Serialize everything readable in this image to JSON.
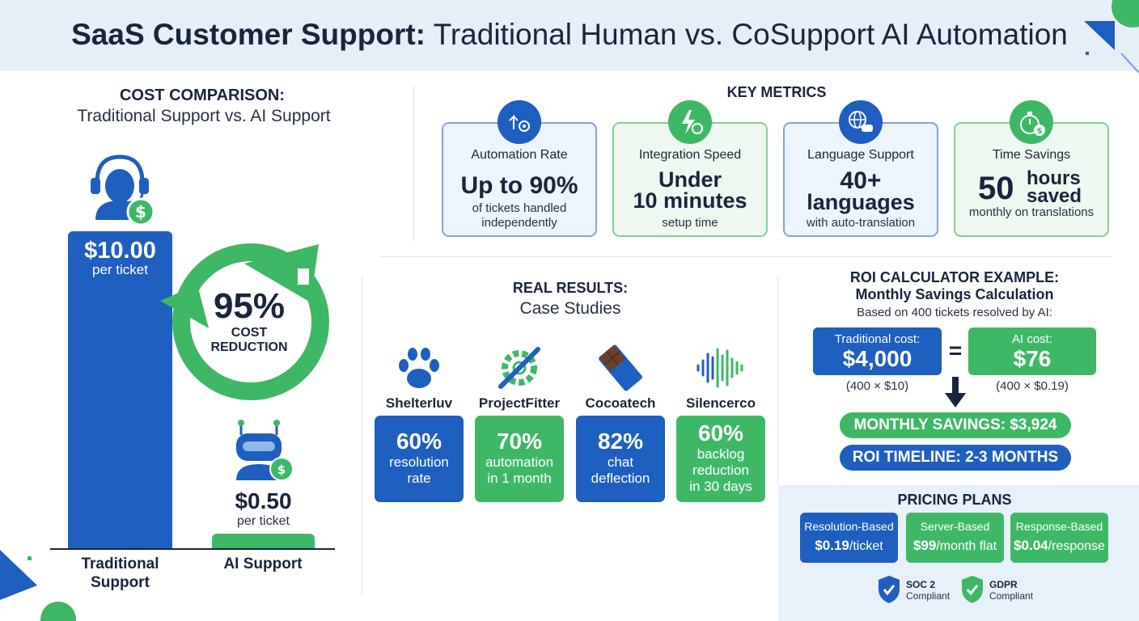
{
  "header": {
    "title_bold": "SaaS Customer Support:",
    "title_rest": " Traditional Human vs. CoSupport AI Automation"
  },
  "cost": {
    "heading": "COST COMPARISON:",
    "subheading": "Traditional Support vs. AI Support",
    "traditional_price": "$10.00",
    "traditional_unit": "per ticket",
    "ai_price": "$0.50",
    "ai_unit": "per ticket",
    "reduction_pct": "95%",
    "reduction_l1": "COST",
    "reduction_l2": "REDUCTION",
    "traditional_label_l1": "Traditional",
    "traditional_label_l2": "Support",
    "ai_label": "AI Support",
    "traditional_value": 10.0,
    "ai_value": 0.5
  },
  "metrics": {
    "heading": "KEY METRICS",
    "items": [
      {
        "label": "Automation Rate",
        "line1": "Up to 90%",
        "line2": "of tickets handled",
        "line3": "independently",
        "color": "blue",
        "icon": "automation-gear-icon"
      },
      {
        "label": "Integration Speed",
        "line1": "Under",
        "line2": "10 minutes",
        "line3": "setup time",
        "color": "green",
        "icon": "lightning-clock-icon"
      },
      {
        "label": "Language Support",
        "line1": "40+",
        "line2": "languages",
        "line3": "with auto-translation",
        "color": "blue",
        "icon": "globe-chat-icon"
      },
      {
        "label": "Time Savings",
        "big": "50",
        "line1": "hours",
        "line2": "saved",
        "line3": "monthly on translations",
        "color": "green",
        "icon": "stopwatch-dollar-icon"
      }
    ]
  },
  "results": {
    "heading": "REAL RESULTS:",
    "subheading": "Case Studies",
    "cases": [
      {
        "name": "Shelterluv",
        "pct": "60%",
        "l1": "resolution",
        "l2": "rate",
        "l3": "",
        "color": "blue",
        "icon": "paw-icon"
      },
      {
        "name": "ProjectFitter",
        "pct": "70%",
        "l1": "automation",
        "l2": "in 1 month",
        "l3": "",
        "color": "green",
        "icon": "gear-wrench-icon"
      },
      {
        "name": "Cocoatech",
        "pct": "82%",
        "l1": "chat",
        "l2": "deflection",
        "l3": "",
        "color": "blue",
        "icon": "chocolate-bar-icon"
      },
      {
        "name": "Silencerco",
        "pct": "60%",
        "l1": "backlog",
        "l2": "reduction",
        "l3": "in 30 days",
        "color": "green",
        "icon": "soundwave-icon"
      }
    ]
  },
  "roi": {
    "heading": "ROI CALCULATOR EXAMPLE:",
    "subheading": "Monthly Savings Calculation",
    "basis": "Based on 400 tickets resolved by AI:",
    "trad_label": "Traditional cost:",
    "trad_value": "$4,000",
    "trad_calc": "(400 × $10)",
    "equals": "=",
    "ai_label": "AI cost:",
    "ai_value": "$76",
    "ai_calc": "(400 × $0.19)",
    "savings": "MONTHLY SAVINGS: $3,924",
    "timeline": "ROI TIMELINE: 2-3 MONTHS"
  },
  "pricing": {
    "heading": "PRICING PLANS",
    "plans": [
      {
        "name": "Resolution-Based",
        "price": "$0.19",
        "unit": "/ticket",
        "color": "blue"
      },
      {
        "name": "Server-Based",
        "price": "$99",
        "unit": "/month flat",
        "color": "green"
      },
      {
        "name": "Response-Based",
        "price": "$0.04",
        "unit": "/response",
        "color": "green"
      }
    ],
    "badges": [
      {
        "l1": "SOC 2",
        "l2": "Compliant",
        "color": "#1e5fbf"
      },
      {
        "l1": "GDPR",
        "l2": "Compliant",
        "color": "#3fb866"
      }
    ]
  },
  "colors": {
    "blue": "#1e5fbf",
    "green": "#3fb866",
    "navy": "#18253d",
    "light_bg": "#e6eef8"
  }
}
